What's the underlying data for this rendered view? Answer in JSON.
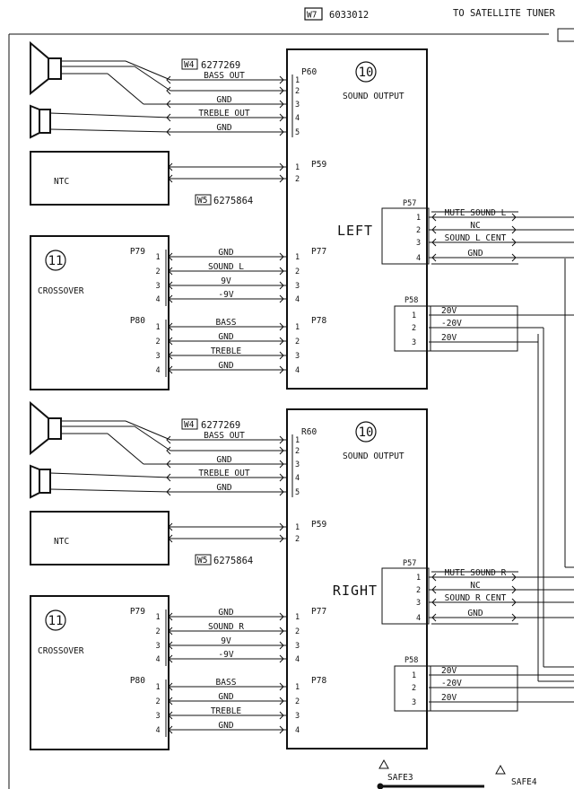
{
  "header": {
    "w7_tag": "W7",
    "w7_code": "6033012",
    "satellite_label": "TO SATELLITE TUNER"
  },
  "sections": [
    {
      "id": "left",
      "channel_label": "LEFT",
      "sound_output": {
        "number": "10",
        "label": "SOUND OUTPUT",
        "connector": "P60"
      },
      "speaker_cable": {
        "tag": "W4",
        "code": "6277269"
      },
      "speaker_signals": [
        "BASS OUT",
        "",
        "GND",
        "TREBLE OUT",
        "GND"
      ],
      "speaker_pins": [
        "1",
        "2",
        "3",
        "4",
        "5"
      ],
      "ntc": {
        "label": "NTC",
        "connector": "P59",
        "pins": [
          "1",
          "2"
        ],
        "cable_tag": "W5",
        "cable_code": "6275864"
      },
      "crossover": {
        "number": "11",
        "label": "CROSSOVER",
        "upper": {
          "left_conn": "P79",
          "right_conn": "P77",
          "pins": [
            "1",
            "2",
            "3",
            "4"
          ],
          "signals": [
            "GND",
            "SOUND L",
            "9V",
            "-9V"
          ]
        },
        "lower": {
          "left_conn": "P80",
          "right_conn": "P78",
          "pins": [
            "1",
            "2",
            "3",
            "4"
          ],
          "signals": [
            "BASS",
            "GND",
            "TREBLE",
            "GND"
          ]
        }
      },
      "p57": {
        "connector": "P57",
        "pins": [
          "1",
          "2",
          "3",
          "4"
        ],
        "signals": [
          "MUTE SOUND L",
          "NC",
          "SOUND L CENT",
          "GND"
        ]
      },
      "p58": {
        "connector": "P58",
        "pins": [
          "1",
          "2",
          "3"
        ],
        "signals": [
          "20V",
          "-20V",
          "20V"
        ]
      }
    },
    {
      "id": "right",
      "channel_label": "RIGHT",
      "sound_output": {
        "number": "10",
        "label": "SOUND OUTPUT",
        "connector": "R60"
      },
      "speaker_cable": {
        "tag": "W4",
        "code": "6277269"
      },
      "speaker_signals": [
        "BASS OUT",
        "",
        "GND",
        "TREBLE OUT",
        "GND"
      ],
      "speaker_pins": [
        "1",
        "2",
        "3",
        "4",
        "5"
      ],
      "ntc": {
        "label": "NTC",
        "connector": "P59",
        "pins": [
          "1",
          "2"
        ],
        "cable_tag": "W5",
        "cable_code": "6275864"
      },
      "crossover": {
        "number": "11",
        "label": "CROSSOVER",
        "upper": {
          "left_conn": "P79",
          "right_conn": "P77",
          "pins": [
            "1",
            "2",
            "3",
            "4"
          ],
          "signals": [
            "GND",
            "SOUND R",
            "9V",
            "-9V"
          ]
        },
        "lower": {
          "left_conn": "P80",
          "right_conn": "P78",
          "pins": [
            "1",
            "2",
            "3",
            "4"
          ],
          "signals": [
            "BASS",
            "GND",
            "TREBLE",
            "GND"
          ]
        }
      },
      "p57": {
        "connector": "P57",
        "pins": [
          "1",
          "2",
          "3",
          "4"
        ],
        "signals": [
          "MUTE SOUND R",
          "NC",
          "SOUND R CENT",
          "GND"
        ]
      },
      "p58": {
        "connector": "P58",
        "pins": [
          "1",
          "2",
          "3"
        ],
        "signals": [
          "20V",
          "-20V",
          "20V"
        ]
      }
    }
  ],
  "footer": {
    "safe3_label": "SAFE3",
    "safe4_label": "SAFE4"
  }
}
